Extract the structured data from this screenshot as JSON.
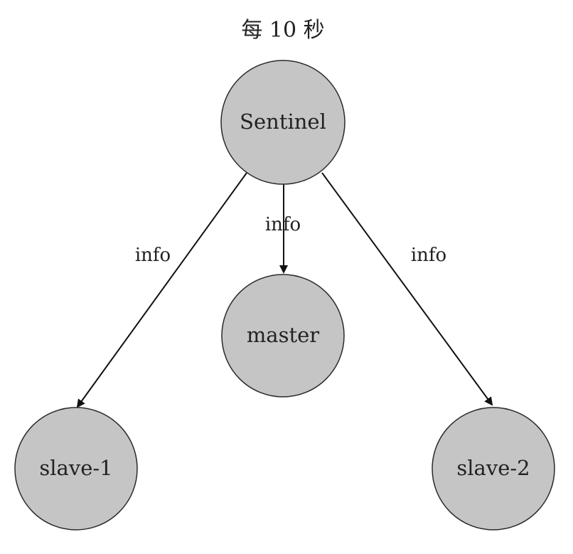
{
  "title": "每 10 秒",
  "nodes": {
    "sentinel": "Sentinel",
    "master": "master",
    "slave1": "slave-1",
    "slave2": "slave-2"
  },
  "edges": {
    "to_slave1": "info",
    "to_master": "info",
    "to_slave2": "info"
  },
  "colors": {
    "node_fill": "#c5c5c5",
    "node_stroke": "#2a2a2a",
    "arrow": "#111111"
  }
}
